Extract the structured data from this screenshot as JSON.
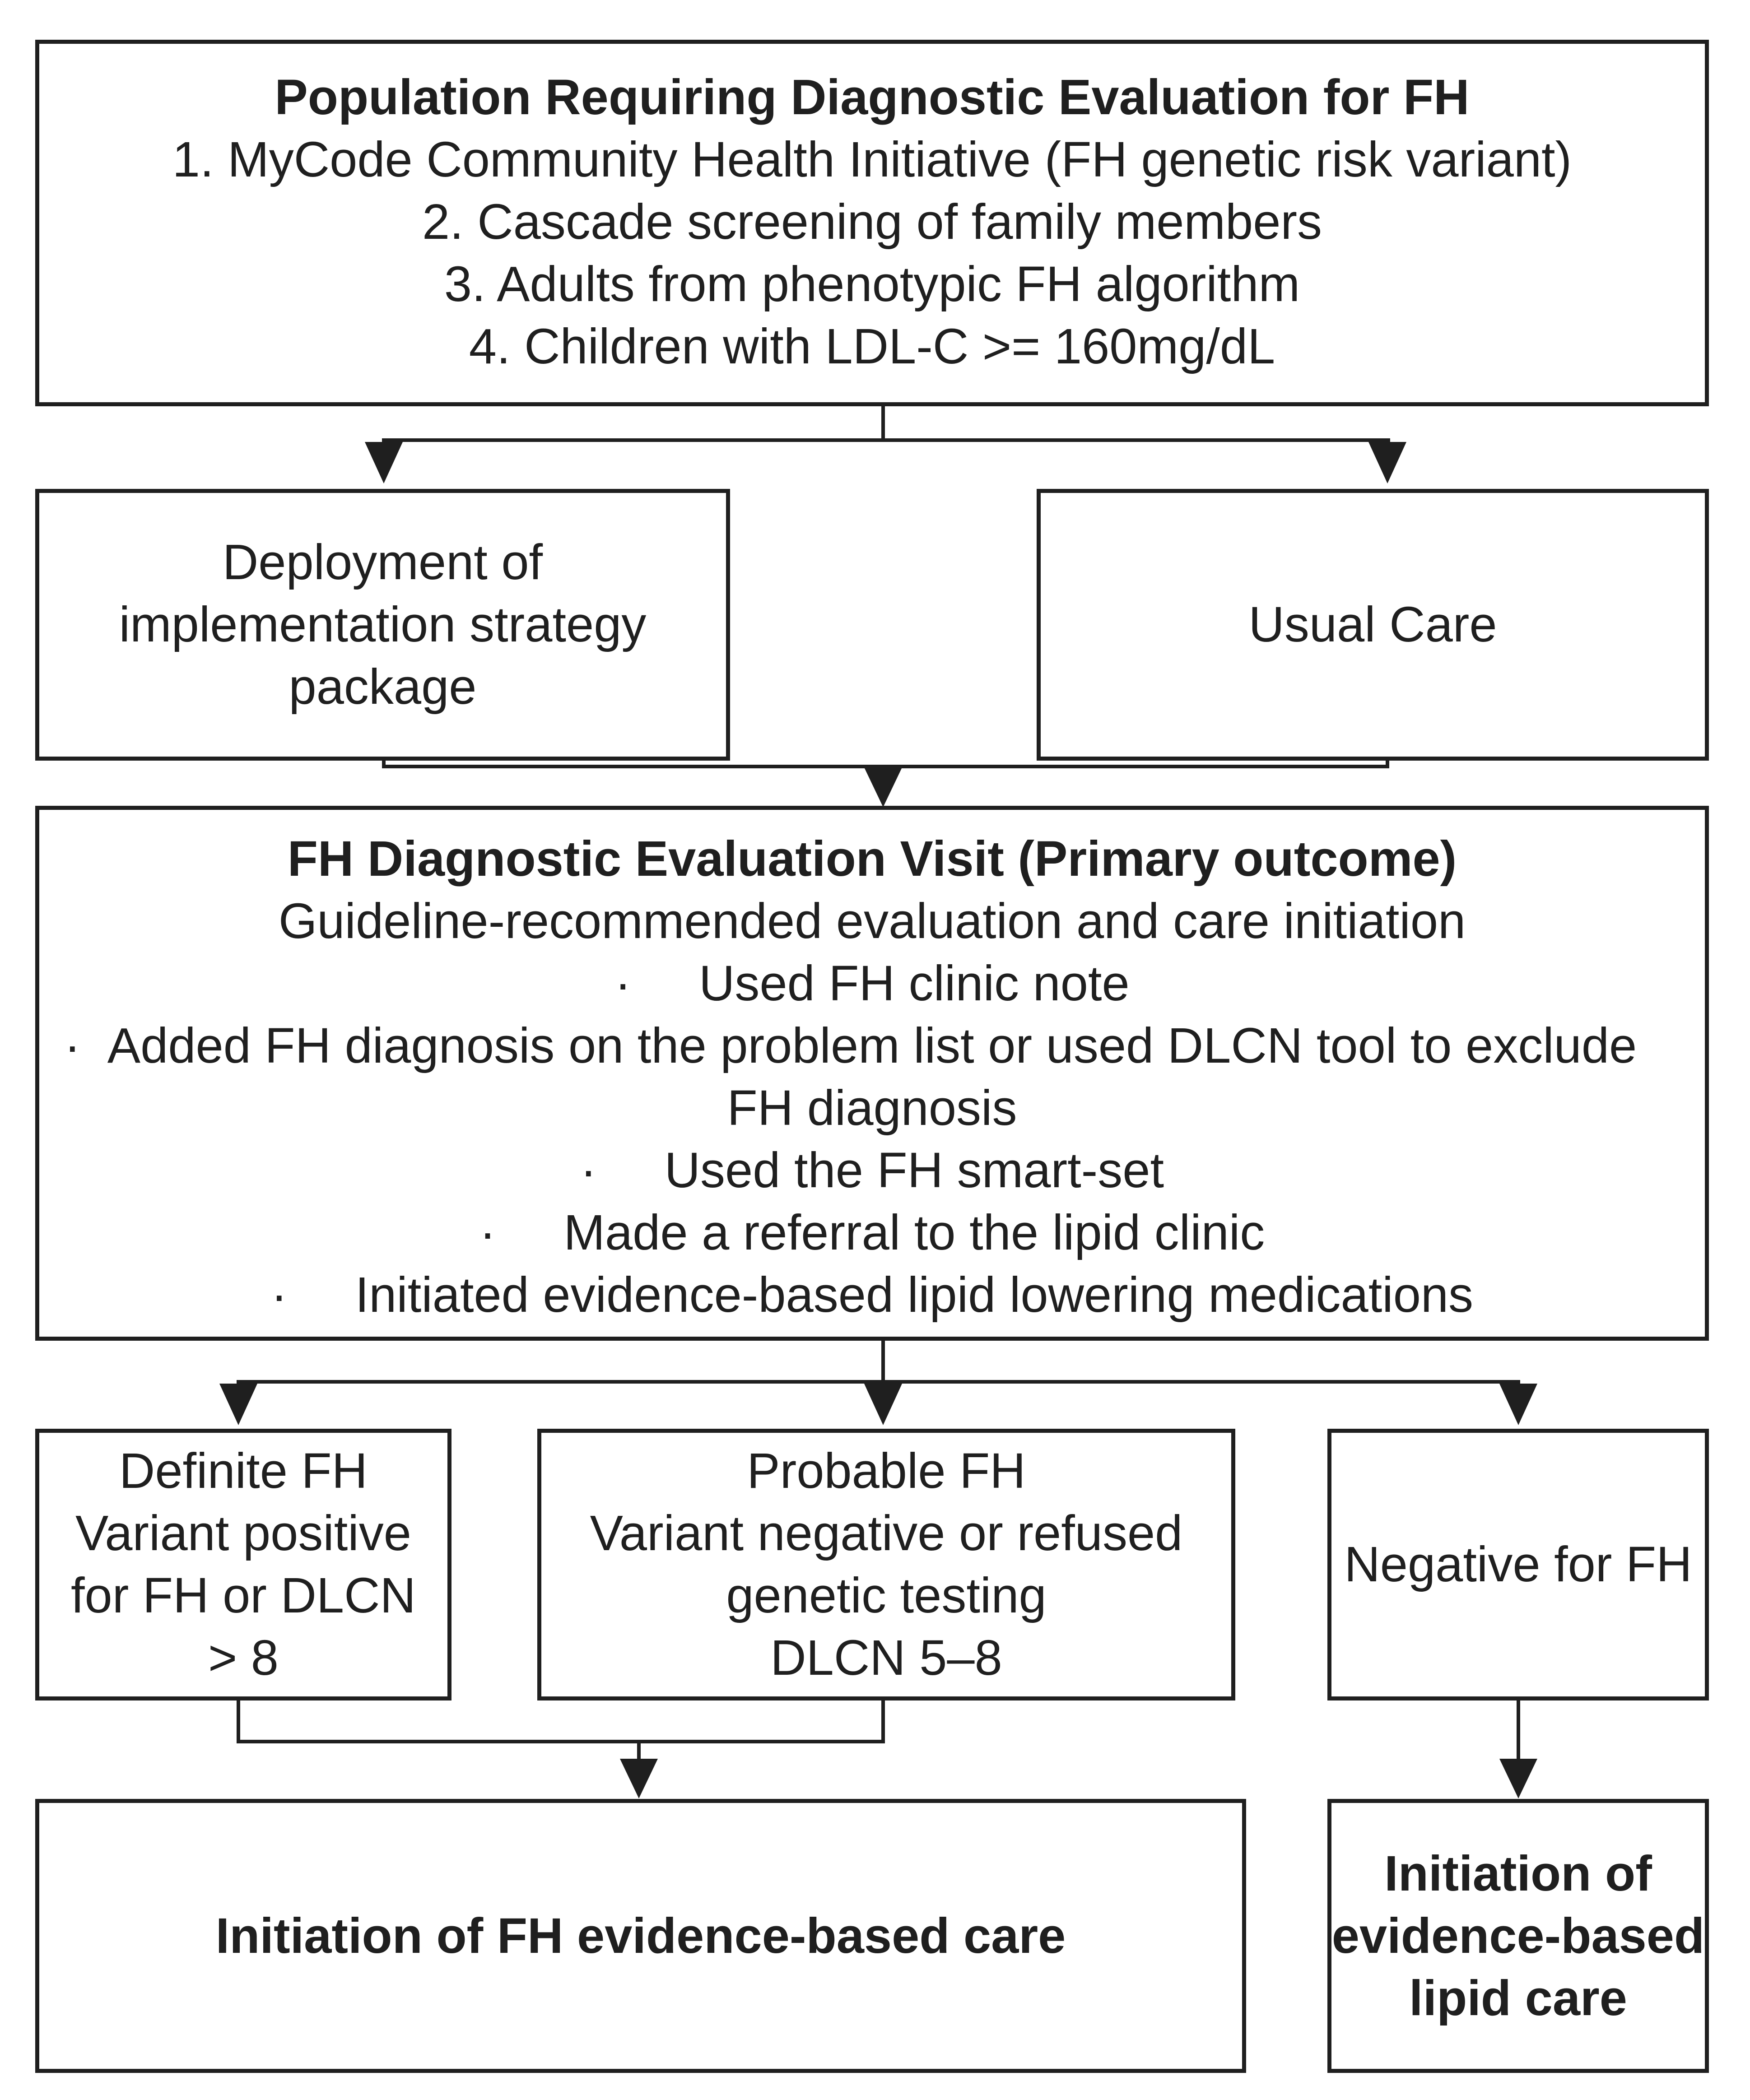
{
  "diagram": {
    "population_box": {
      "title": "Population Requiring Diagnostic Evaluation for FH",
      "items": [
        "1. MyCode Community Health Initiative (FH genetic risk variant)",
        "2. Cascade screening of family members",
        "3. Adults from phenotypic FH algorithm",
        "4. Children with LDL-C >= 160mg/dL"
      ]
    },
    "deployment_box": {
      "lines": [
        "Deployment of",
        "implementation strategy",
        "package"
      ]
    },
    "usual_care_box": {
      "label": "Usual Care"
    },
    "evaluation_box": {
      "title": "FH Diagnostic Evaluation Visit (Primary outcome)",
      "subtitle": "Guideline-recommended evaluation and care initiation",
      "bullet_char": "·",
      "bullet_1": "Used FH clinic note",
      "bullet_2_line_1": "Added FH diagnosis on the problem list or used DLCN tool to exclude",
      "bullet_2_line_2": "FH diagnosis",
      "bullet_3": "Used the FH smart-set",
      "bullet_4": "Made a referral to the lipid clinic",
      "bullet_5": "Initiated evidence-based lipid lowering medications"
    },
    "definite_box": {
      "lines": [
        "Definite FH",
        "Variant positive",
        "for FH or DLCN",
        "> 8"
      ]
    },
    "probable_box": {
      "lines": [
        "Probable FH",
        "Variant negative or refused",
        "genetic testing",
        "DLCN 5–8"
      ]
    },
    "negative_box": {
      "label": "Negative for FH"
    },
    "fh_care_box": {
      "label": "Initiation of FH evidence-based care"
    },
    "lipid_care_box": {
      "lines": [
        "Initiation of",
        "evidence-based",
        "lipid care"
      ]
    },
    "colors": {
      "ink": "#1f1f1f",
      "background": "#ffffff"
    }
  }
}
